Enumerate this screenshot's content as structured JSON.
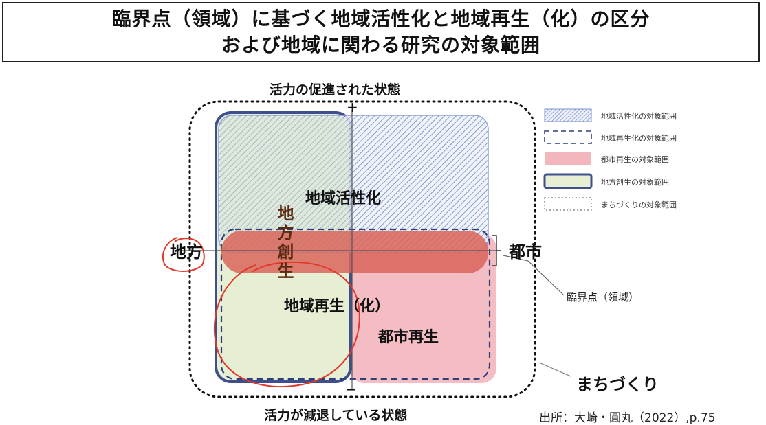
{
  "title": {
    "line1": "臨界点（領域）に基づく地域活性化と地域再生（化）の区分",
    "line2": "および地域に関わる研究の対象範囲"
  },
  "diagram": {
    "top_label": "活力の促進された状態",
    "bottom_label": "活力が減退している状態",
    "left_label": "地方",
    "right_label": "都市",
    "plus_sign": "+",
    "minus_sign": "−",
    "regions": {
      "revitalization": "地域活性化",
      "regeneration": "地域再生（化）",
      "urban_regeneration": "都市再生",
      "regional_creation": "地方創生",
      "machizukuri": "まちづくり",
      "critical_point": "臨界点（領域）"
    }
  },
  "legend": [
    {
      "label": "地域活性化の対象範囲",
      "style": "hatched-blue"
    },
    {
      "label": "地域再生化の対象範囲",
      "style": "dashed-navy"
    },
    {
      "label": "都市再生の対象範囲",
      "style": "pink"
    },
    {
      "label": "地方創生の対象範囲",
      "style": "green-thick-border"
    },
    {
      "label": "まちづくりの対象範囲",
      "style": "dotted-gray"
    }
  ],
  "source": "出所：大崎・圓丸（2022）,p.75",
  "colors": {
    "hatch": "#5a78c0",
    "navy": "#2e3e7a",
    "pink": "#f2b6bc",
    "green": "#e6efd3",
    "red_band": "#d9655a",
    "annotation_red": "#e0392b"
  }
}
